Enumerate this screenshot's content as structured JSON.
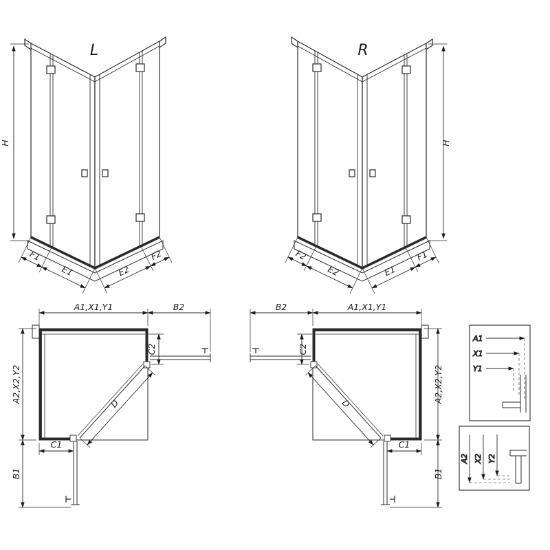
{
  "drawing": {
    "type": "shower-enclosure-technical-drawing",
    "line_color": "#2a2a2a",
    "background": "#ffffff"
  },
  "labels": {
    "iso_l": {
      "view": "L",
      "h": "H",
      "f1": "F1",
      "e1": "E1",
      "e2": "E2",
      "f2": "F2"
    },
    "iso_r": {
      "view": "R",
      "h": "H",
      "f1": "F1",
      "e1": "E1",
      "e2": "E2",
      "f2": "F2"
    },
    "plan_l": {
      "a1": "A1,X1,Y1",
      "b2": "B2",
      "c2": "C2",
      "a2": "A2,X2,Y2",
      "c1": "C1",
      "b1": "B1",
      "d": "D"
    },
    "plan_r": {
      "a1": "A1,X1,Y1",
      "b2": "B2",
      "c2": "C2",
      "a2": "A2,X2,Y2",
      "c1": "C1",
      "b1": "B1",
      "d": "D"
    },
    "detail1": {
      "a1": "A1",
      "x1": "X1",
      "y1": "Y1"
    },
    "detail2": {
      "a2": "A2",
      "x2": "X2",
      "y2": "Y2"
    }
  }
}
